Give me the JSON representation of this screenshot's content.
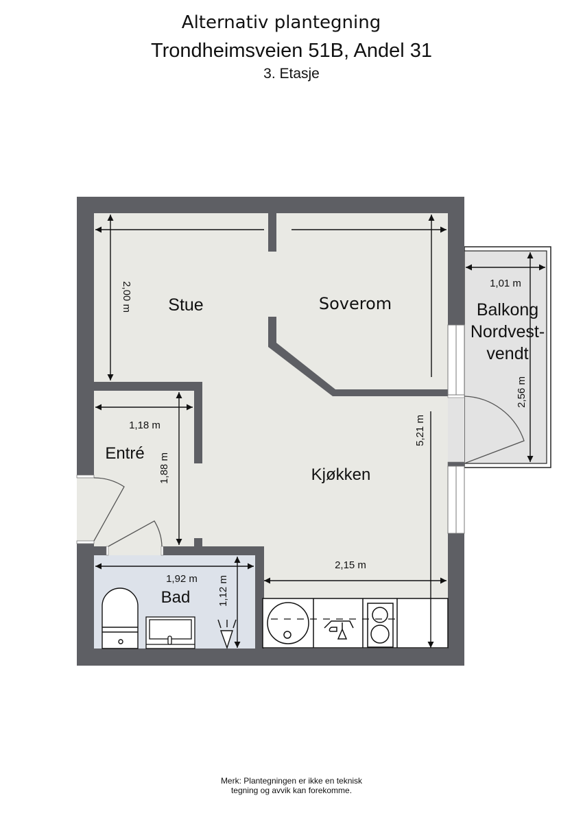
{
  "header": {
    "title": "Alternativ plantegning",
    "address": "Trondheimsveien 51B, Andel 31",
    "floor": "3. Etasje"
  },
  "rooms": {
    "stue": {
      "name": "Stue",
      "dimension": "2,00 m"
    },
    "soverom": {
      "name": "Soverom"
    },
    "balkong": {
      "name_line1": "Balkong",
      "name_line2": "Nordvest-",
      "name_line3": "vendt",
      "width": "1,01 m",
      "length": "2,56 m"
    },
    "entre": {
      "name": "Entré",
      "width": "1,18 m",
      "length": "1,88 m"
    },
    "kjokken": {
      "name": "Kjøkken",
      "width": "2,15 m",
      "length": "5,21 m"
    },
    "bad": {
      "name": "Bad",
      "width": "1,92 m",
      "length": "1,12 m"
    }
  },
  "fixtures": [
    "toilet-icon",
    "sink-icon",
    "shower-icon",
    "kitchen-sink-icon",
    "dishwasher-icon",
    "cooktop-icon",
    "counter"
  ],
  "colors": {
    "wall": "#5e5f64",
    "floor": "#e9e9e4",
    "bath_floor": "#dde2ea",
    "balcony_floor": "#e3e3e3",
    "line": "#111111"
  },
  "footer": {
    "line1": "Merk: Plantegningen er ikke en teknisk",
    "line2": "tegning og avvik kan forekomme."
  }
}
